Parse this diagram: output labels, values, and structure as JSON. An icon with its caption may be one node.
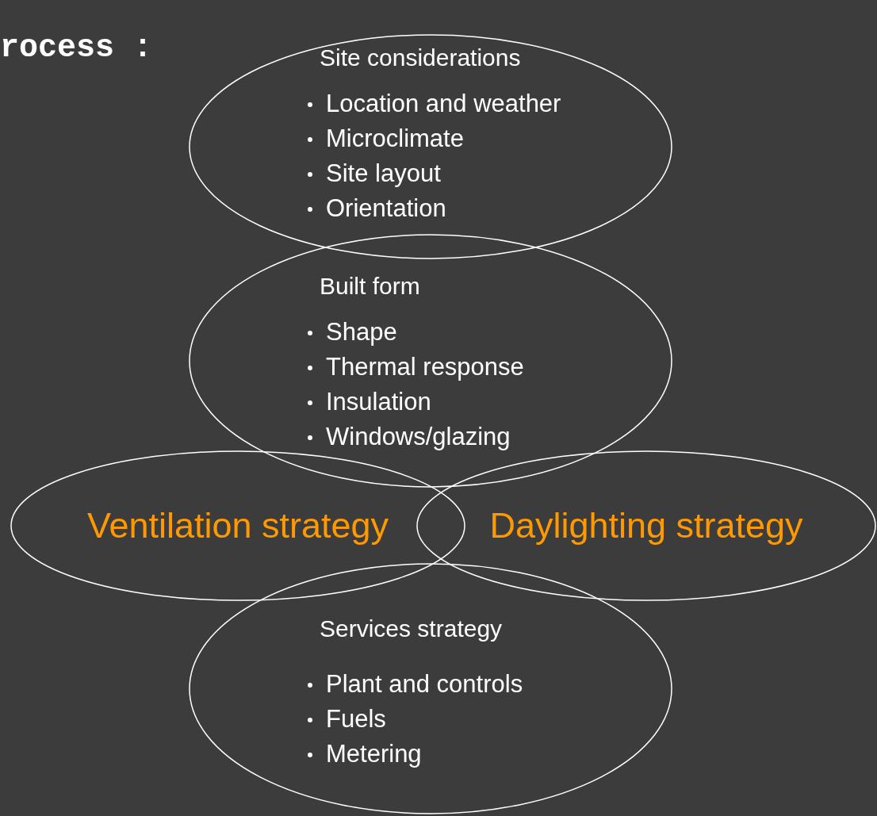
{
  "diagram": {
    "title": "rocess :",
    "nodes": [
      {
        "text": [
          "Site considerations",
          "Location and weather",
          "Microclimate",
          "Site layout",
          "Orientation"
        ]
      },
      {
        "text": [
          "Built form",
          "Shape",
          "Thermal response",
          "Insulation",
          "Windows/glazing"
        ]
      },
      {
        "text": [
          "Ventilation strategy"
        ]
      },
      {
        "text": [
          "Daylighting strategy"
        ]
      },
      {
        "text": [
          "Services strategy",
          "Plant and controls",
          "Fuels",
          "Metering"
        ]
      }
    ]
  }
}
